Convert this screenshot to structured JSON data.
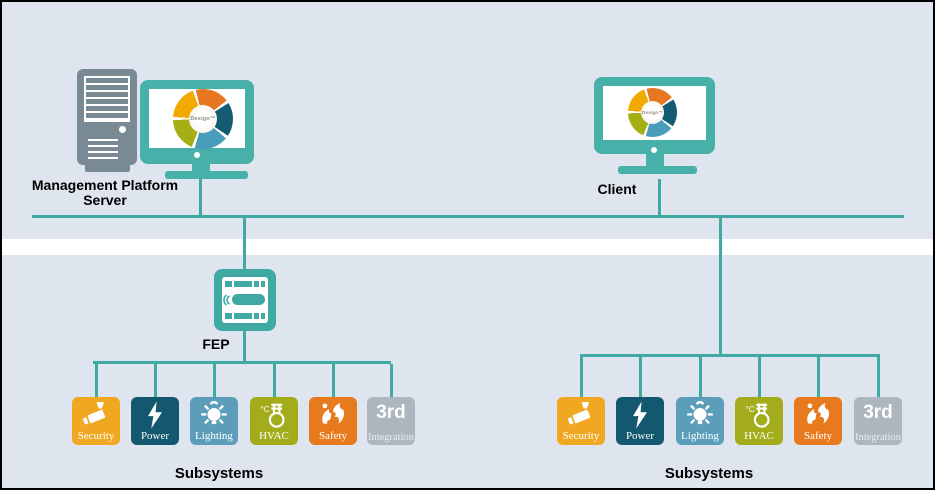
{
  "colors": {
    "background": "#dfe5ee",
    "stripe": "#ffffff",
    "line_teal": "#3fa9a3",
    "device_teal": "#47b0a9",
    "server_gray": "#7a8a94"
  },
  "nodes": {
    "server": {
      "label_line1": "Management Platform",
      "label_line2": "Server"
    },
    "client": {
      "label": "Client"
    },
    "fep": {
      "label": "FEP"
    }
  },
  "wheel": {
    "center_label": "Desigo™",
    "segment_colors": [
      "#f2a900",
      "#e87722",
      "#135c74",
      "#4a9dba",
      "#a5af14"
    ]
  },
  "subsystem_groups": [
    {
      "side": "left",
      "title": "Subsystems"
    },
    {
      "side": "right",
      "title": "Subsystems"
    }
  ],
  "subsystems": [
    {
      "label": "Security",
      "color": "#f0a722",
      "icon": "security-camera-icon"
    },
    {
      "label": "Power",
      "color": "#14586f",
      "icon": "power-bolt-icon"
    },
    {
      "label": "Lighting",
      "color": "#5c9eba",
      "icon": "lighting-bulb-icon"
    },
    {
      "label": "HVAC",
      "color": "#a3ad1b",
      "icon": "hvac-flask-icon"
    },
    {
      "label": "Safety",
      "color": "#e87a1e",
      "icon": "safety-flame-icon"
    },
    {
      "label": "Integration",
      "big_text": "3rd",
      "color": "#acb6bf",
      "icon": "third-party-icon"
    }
  ]
}
